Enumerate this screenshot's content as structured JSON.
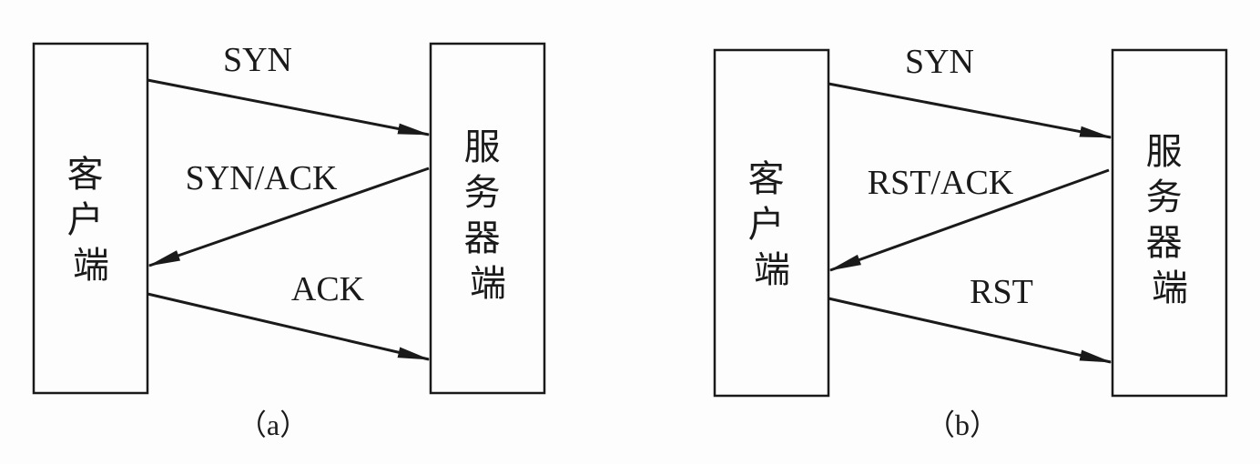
{
  "diagrams": [
    {
      "caption": "（a）",
      "client": [
        "客",
        "户",
        "端"
      ],
      "server": [
        "服",
        "务",
        "器",
        "端"
      ],
      "messages": [
        "SYN",
        "SYN/ACK",
        "ACK"
      ]
    },
    {
      "caption": "（b）",
      "client": [
        "客",
        "户",
        "端"
      ],
      "server": [
        "服",
        "务",
        "器",
        "端"
      ],
      "messages": [
        "SYN",
        "RST/ACK",
        "RST"
      ]
    }
  ]
}
